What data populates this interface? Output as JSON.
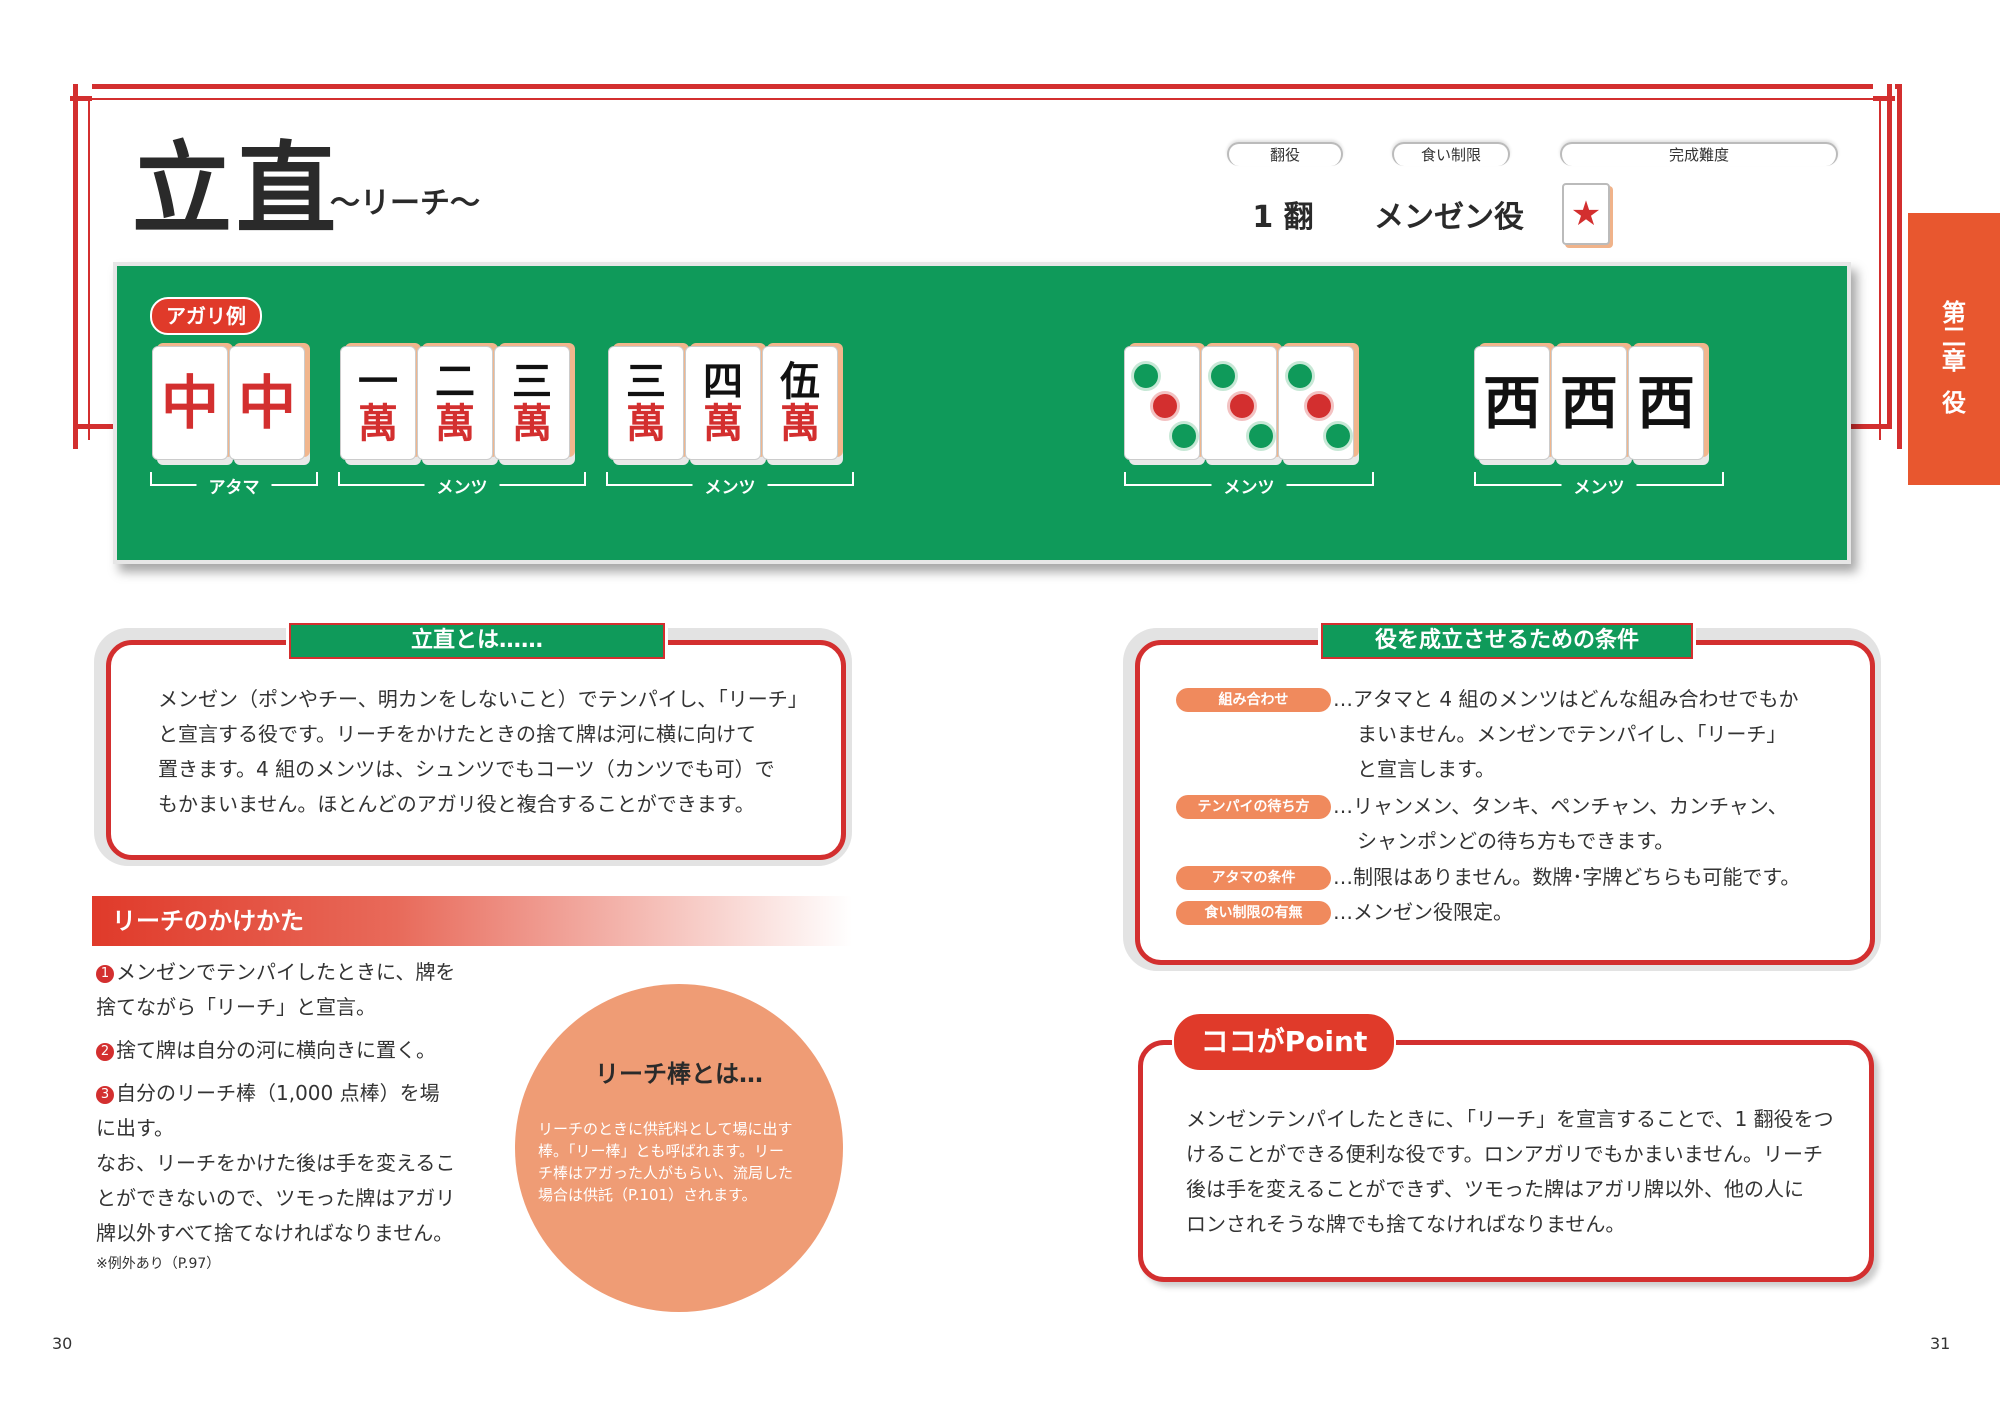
{
  "title": {
    "kanji": "立直",
    "kana": "～リーチ～"
  },
  "info": {
    "han_label": "翻役",
    "han_value": "1 翻",
    "restriction_label": "食い制限",
    "restriction_value": "メンゼン役",
    "difficulty_label": "完成難度",
    "difficulty_stars": 1
  },
  "chapter_tab": {
    "chars": [
      "第",
      "二",
      "章",
      "役"
    ]
  },
  "board": {
    "agari_label": "アガリ例",
    "groups": [
      {
        "label": "アタマ",
        "tiles": [
          {
            "big": "中",
            "color": "#d32f2f"
          },
          {
            "big": "中",
            "color": "#d32f2f"
          }
        ]
      },
      {
        "label": "メンツ",
        "tiles": [
          {
            "num": "一",
            "suit": "萬"
          },
          {
            "num": "二",
            "suit": "萬"
          },
          {
            "num": "三",
            "suit": "萬"
          }
        ]
      },
      {
        "label": "メンツ",
        "tiles": [
          {
            "num": "三",
            "suit": "萬"
          },
          {
            "num": "四",
            "suit": "萬"
          },
          {
            "num": "伍",
            "suit": "萬"
          }
        ]
      },
      {
        "label": "メンツ",
        "tiles": [
          {
            "pin": 3
          },
          {
            "pin": 3
          },
          {
            "pin": 3
          }
        ]
      },
      {
        "label": "メンツ",
        "tiles": [
          {
            "big": "西",
            "color": "#111"
          },
          {
            "big": "西",
            "color": "#111"
          },
          {
            "big": "西",
            "color": "#111"
          }
        ]
      }
    ]
  },
  "what_is": {
    "heading": "立直とは……",
    "lines": [
      "メンゼン（ポンやチー、明カンをしないこと）でテンパイし､「リーチ」",
      "と宣言する役です。リーチをかけたときの捨て牌は河に横に向けて",
      "置きます。4 組のメンツは、シュンツでもコーツ（カンツでも可）で",
      "もかまいません。ほとんどのアガリ役と複合することができます。"
    ]
  },
  "conditions": {
    "heading": "役を成立させるための条件",
    "rows": [
      {
        "tag": "組み合わせ",
        "lines": [
          "…アタマと 4 組のメンツはどんな組み合わせでもか",
          "まいません。メンゼンでテンパイし、「リーチ」",
          "と宣言します。"
        ]
      },
      {
        "tag": "テンパイの待ち方",
        "lines": [
          "…リャンメン、タンキ、ペンチャン、カンチャン、",
          "シャンポンどの待ち方もできます。"
        ]
      },
      {
        "tag": "アタマの条件",
        "lines": [
          "…制限はありません。数牌･字牌どちらも可能です。"
        ]
      },
      {
        "tag": "食い制限の有無",
        "lines": [
          "…メンゼン役限定。"
        ]
      }
    ]
  },
  "how_to": {
    "heading": "リーチのかけかた",
    "steps": [
      {
        "n": "1",
        "lines": [
          "メンゼンでテンパイしたときに、牌を",
          "捨てながら「リーチ」と宣言。"
        ]
      },
      {
        "n": "2",
        "lines": [
          "捨て牌は自分の河に横向きに置く。"
        ]
      },
      {
        "n": "3",
        "lines": [
          "自分のリーチ棒（1,000 点棒）を場",
          "に出す。"
        ]
      }
    ],
    "note_lines": [
      "なお、リーチをかけた後は手を変えるこ",
      "とができないので、ツモった牌はアガリ",
      "牌以外すべて捨てなければなりません。"
    ],
    "footnote": "※例外あり（P.97）"
  },
  "bubble": {
    "title": "リーチ棒とは…",
    "lines": [
      "リーチのときに供託料として場に出す",
      "棒。「リー棒」とも呼ばれます。リー",
      "チ棒はアガった人がもらい、流局した",
      "場合は供託（P.101）されます。"
    ]
  },
  "point": {
    "heading": "ココがPoint",
    "lines": [
      "メンゼンテンパイしたときに､「リーチ」を宣言することで、1 翻役をつ",
      "けることができる便利な役です。ロンアガリでもかまいません。リーチ",
      "後は手を変えることができず、ツモった牌はアガリ牌以外、他の人に",
      "ロンされそうな牌でも捨てなければなりません。"
    ]
  },
  "page_left": "30",
  "page_right": "31",
  "colors": {
    "accent_red": "#d32f2f",
    "board_green": "#0f9a5a",
    "orange": "#e8572f",
    "salmon": "#ef9c75"
  }
}
